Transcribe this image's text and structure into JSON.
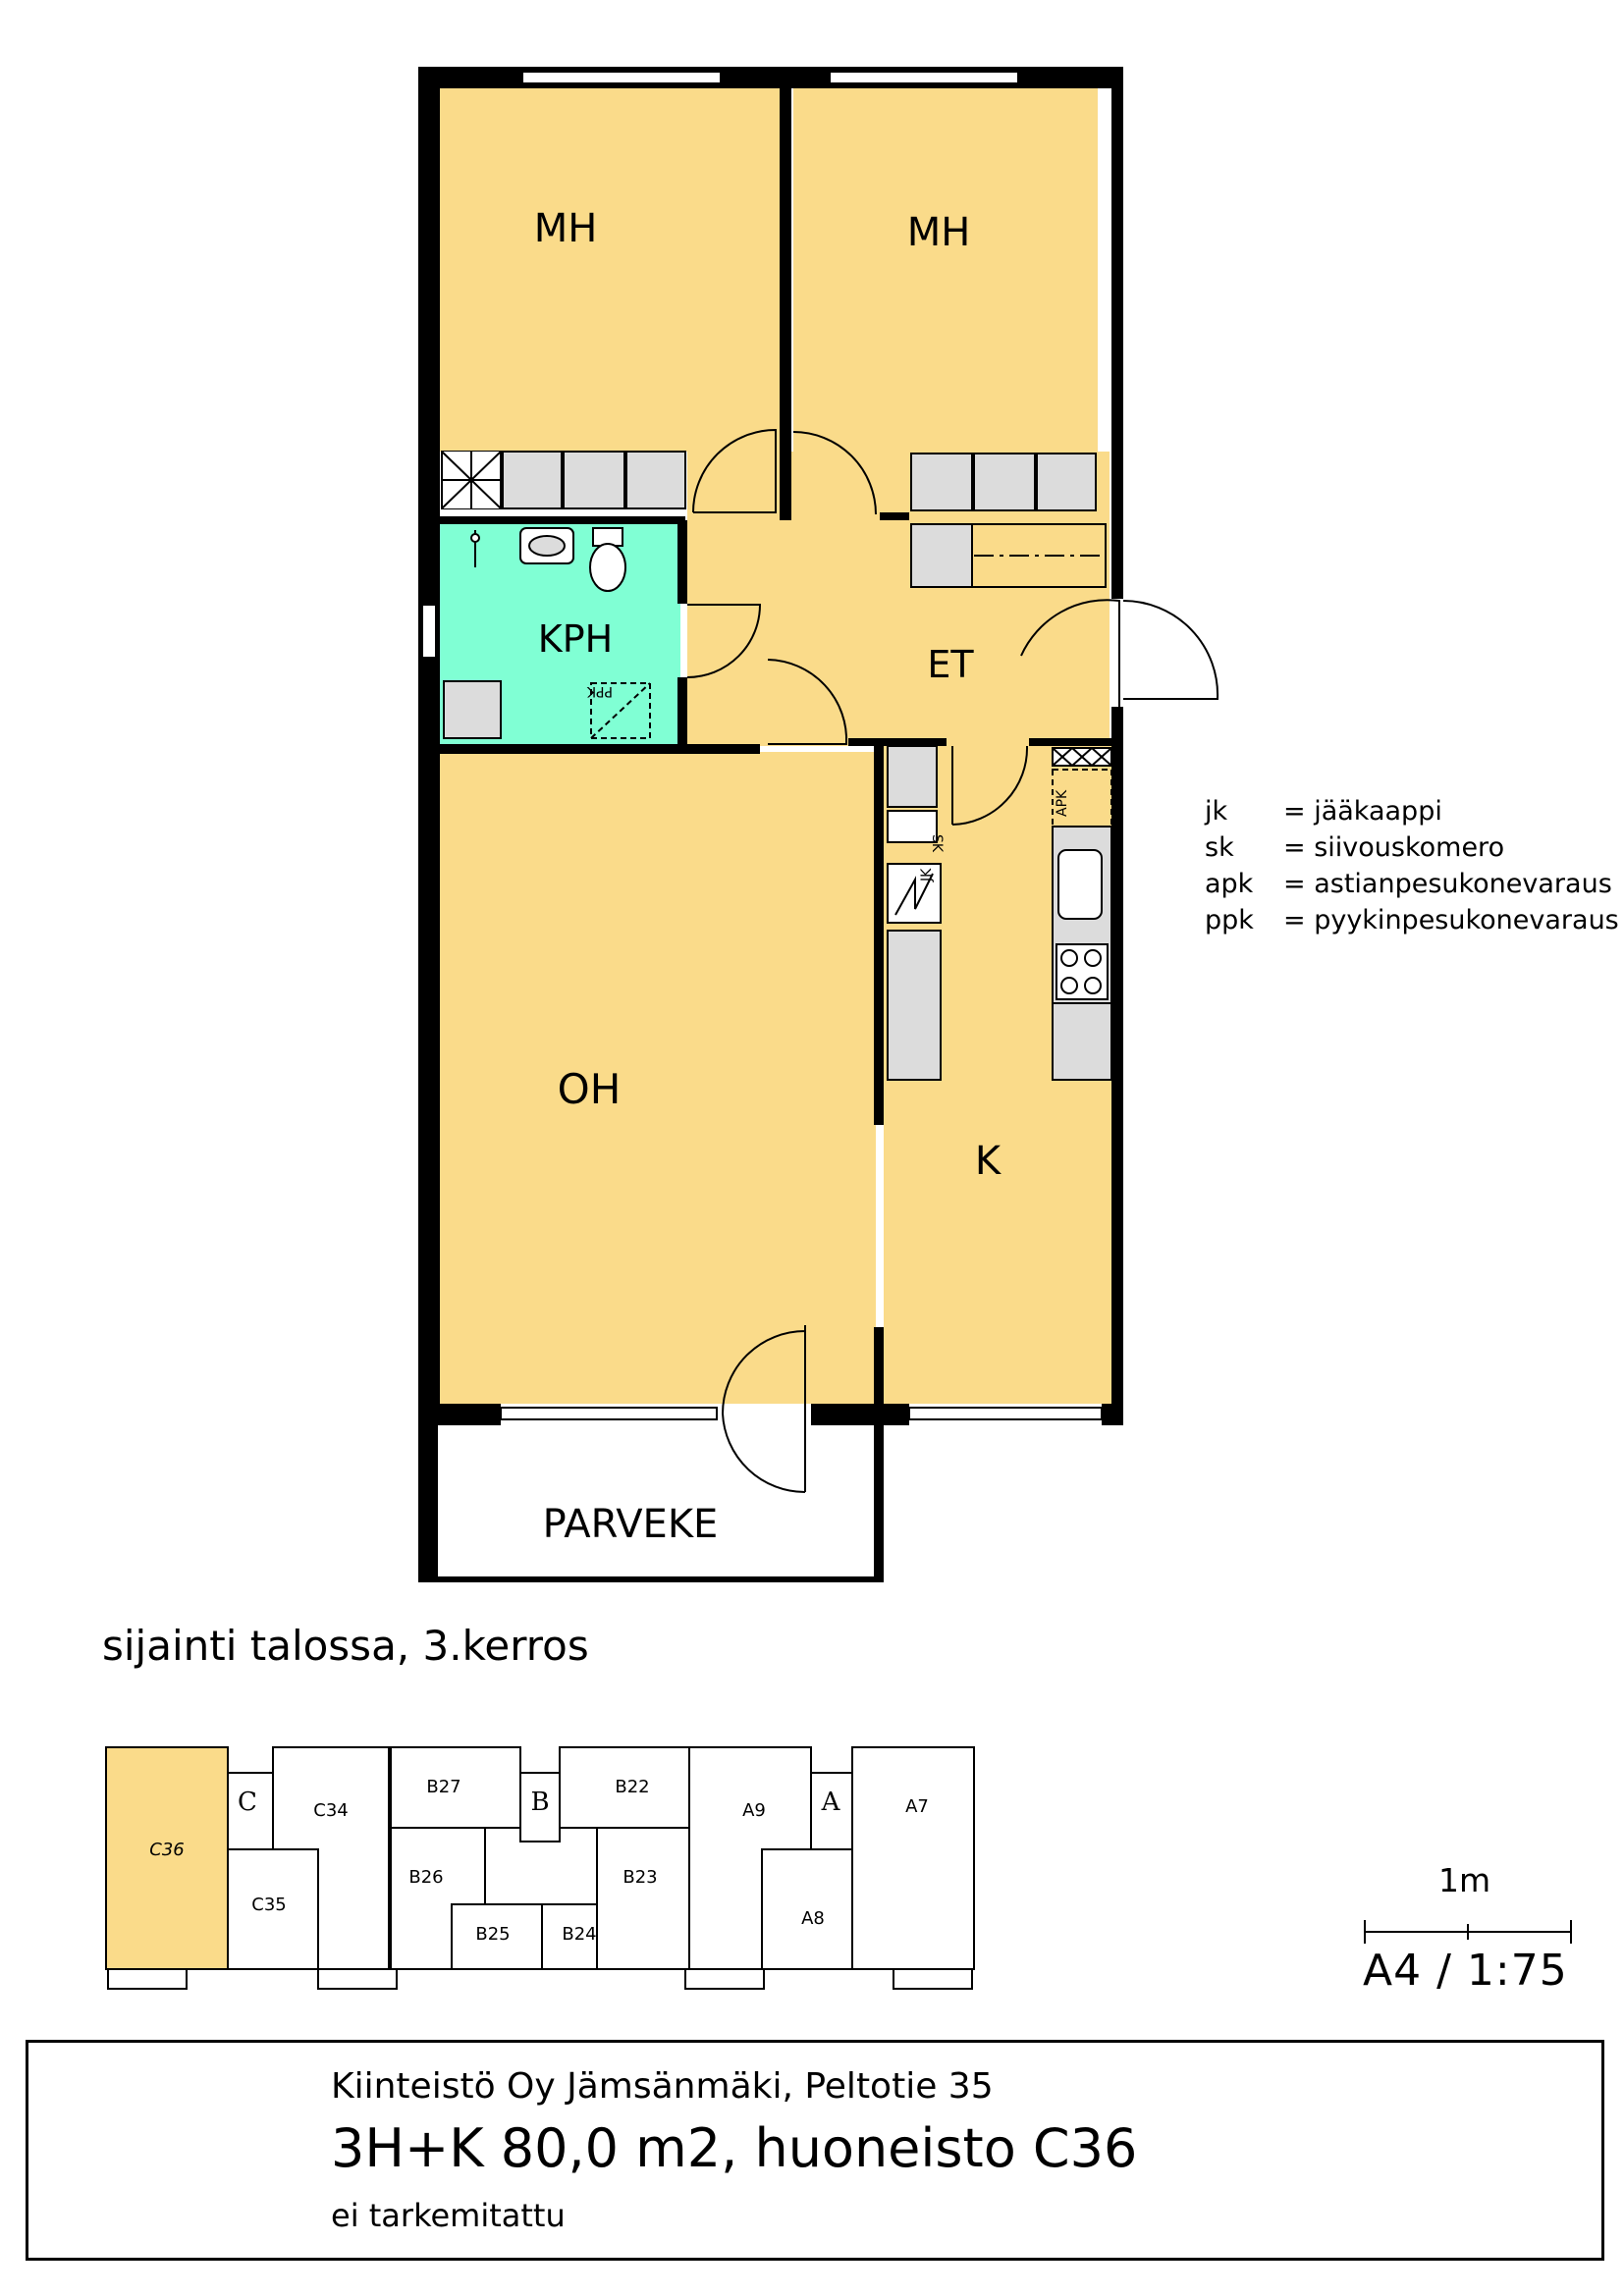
{
  "rooms": {
    "mh1": "MH",
    "mh2": "MH",
    "kph": "KPH",
    "et": "ET",
    "oh": "OH",
    "k": "K",
    "parveke": "PARVEKE"
  },
  "fixtures": {
    "sk": "SK",
    "jk": "JK",
    "apk": "APK",
    "ppk": "PPK"
  },
  "legend": [
    {
      "key": "jk",
      "value": "= jääkaappi"
    },
    {
      "key": "sk",
      "value": "= siivouskomero"
    },
    {
      "key": "apk",
      "value": "= astianpesukonevaraus"
    },
    {
      "key": "ppk",
      "value": "= pyykinpesukonevaraus"
    }
  ],
  "location_text": "sijainti talossa, 3.kerros",
  "site_plan": {
    "units": [
      "C36",
      "C34",
      "C35",
      "B27",
      "B22",
      "B26",
      "B23",
      "B25",
      "B24",
      "A9",
      "A8",
      "A7"
    ],
    "stairs": [
      "C",
      "B",
      "A"
    ],
    "highlighted": "C36"
  },
  "scale": {
    "label": "1m",
    "ratio": "A4 / 1:75"
  },
  "title_block": {
    "line1": "Kiinteistö Oy Jämsänmäki, Peltotie 35",
    "line2": "3H+K 80,0 m2, huoneisto C36",
    "line3": "ei tarkemitattu"
  },
  "colors": {
    "room_fill": "#fadb8a",
    "bathroom_fill": "#80ffd4",
    "wall": "#000000",
    "fixture_fill": "#dcdcdc",
    "highlight_fill": "#fadb8a"
  }
}
